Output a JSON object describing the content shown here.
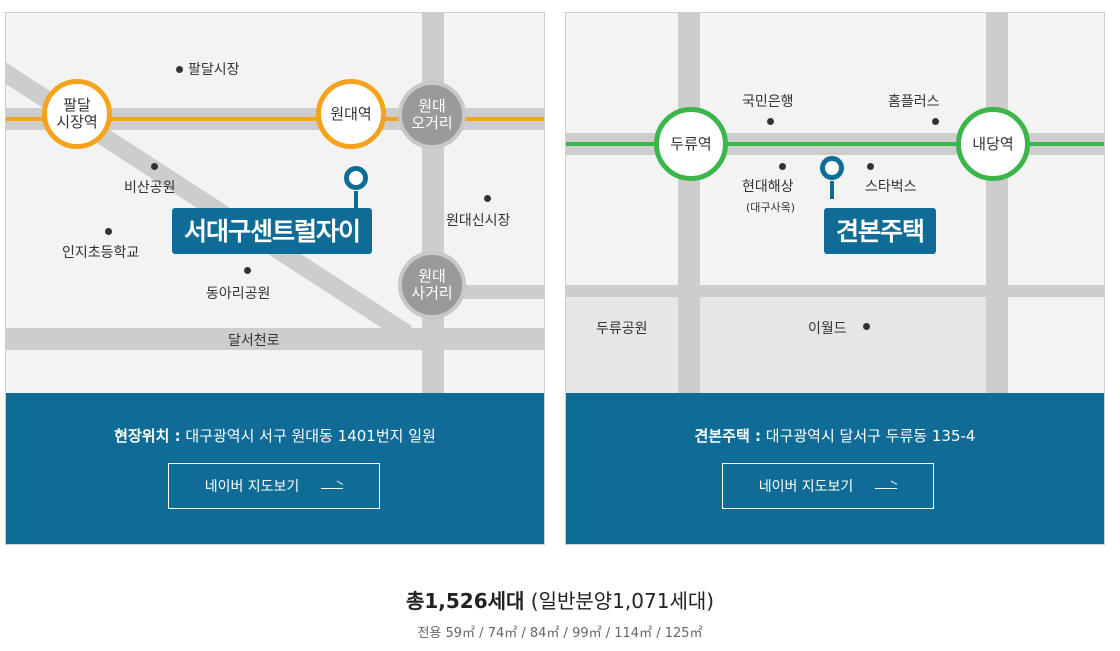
{
  "colors": {
    "brand_blue": "#0f6c97",
    "line_orange": "#f5a31a",
    "line_green": "#3cb54a",
    "station_gray": "#9a9a9a"
  },
  "card1": {
    "stations": {
      "paldal": "팔달\n시장역",
      "wondae_station": "원대역",
      "wondae_ogeori": "원대\n오거리",
      "wondae_sageori": "원대\n사거리"
    },
    "pois": {
      "paldal_market": "팔달시장",
      "bisan_park": "비산공원",
      "inji_school": "인지초등학교",
      "donga_park": "동아리공원",
      "wondae_new_market": "원대신시장",
      "dalseo_road": "달서천로"
    },
    "site_label": "서대구센트럴자이",
    "address_title": "현장위치 :",
    "address": "대구광역시 서구 원대동 1401번지 일원",
    "map_button": "네이버 지도보기"
  },
  "card2": {
    "stations": {
      "duryu": "두류역",
      "naedang": "내당역"
    },
    "pois": {
      "kookmin_bank": "국민은행",
      "homeplus": "홈플러스",
      "hyundai": "현대해상",
      "hyundai_sub": "(대구사옥)",
      "starbucks": "스타벅스",
      "duryu_park": "두류공원",
      "eworld": "이월드"
    },
    "site_label": "견본주택",
    "address_title": "견본주택 :",
    "address": "대구광역시 달서구 두류동 135-4",
    "map_button": "네이버 지도보기"
  },
  "summary": {
    "total": "총1,526세대",
    "detail": "(일반분양1,071세대)",
    "sizes": "전용 59㎡ / 74㎡ / 84㎡ / 99㎡ / 114㎡ / 125㎡"
  }
}
